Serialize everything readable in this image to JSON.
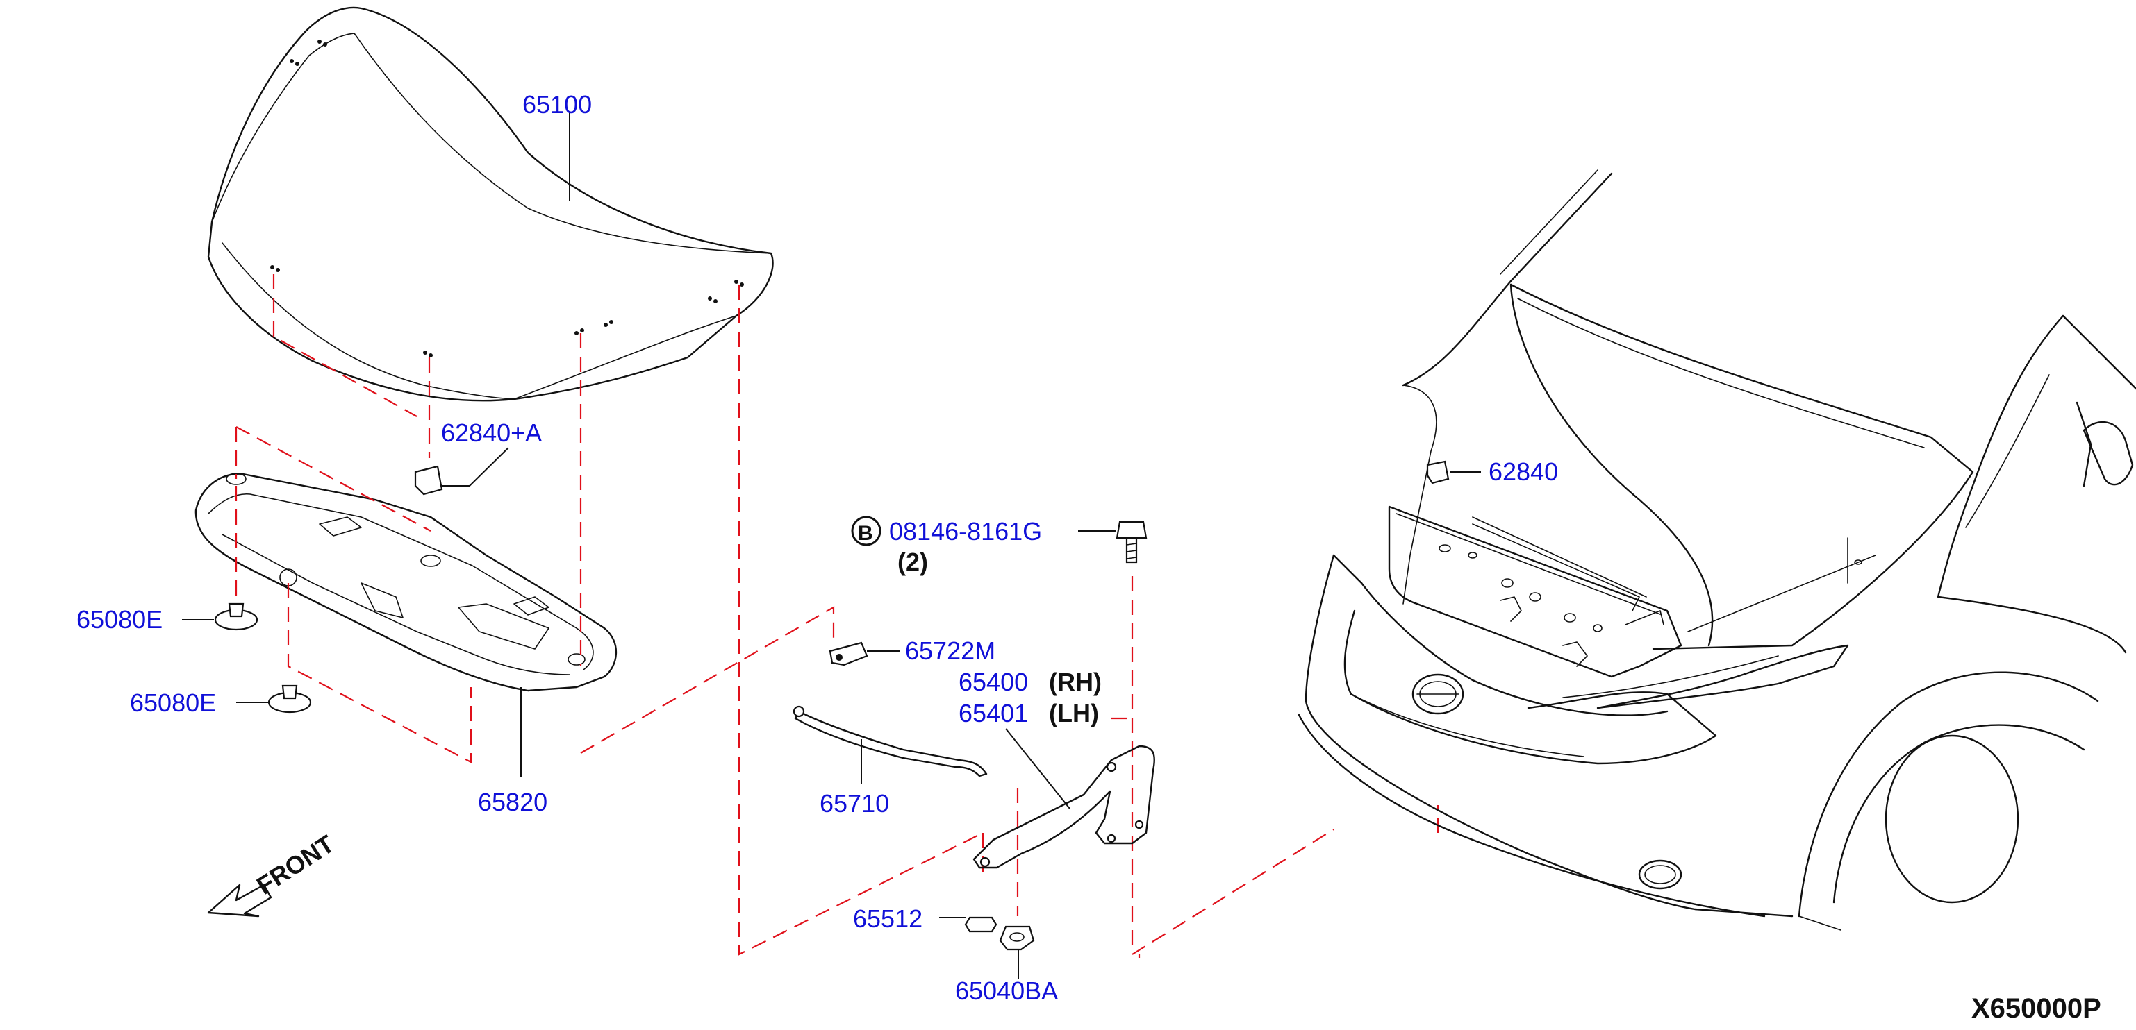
{
  "parts": {
    "hood": "65100",
    "hood_bumper_left": "62840+A",
    "hood_insulator": "65820",
    "clip_upper": "65080E",
    "clip_lower": "65080E",
    "bolt": "08146-8161G",
    "bolt_marker": "B",
    "bolt_qty": "(2)",
    "stay_clip": "65722M",
    "hinge_rh": "65400",
    "hinge_rh_side": "(RH)",
    "hinge_lh": "65401",
    "hinge_lh_side": "(LH)",
    "hood_stay": "65710",
    "clip_small": "65512",
    "nut": "65040BA",
    "hood_bumper_right": "62840"
  },
  "direction_label": "FRONT",
  "diagram_code": "X650000P",
  "colors": {
    "part_number": "#1010d8",
    "dashed_guide": "#e0101a",
    "line_art": "#111111"
  }
}
